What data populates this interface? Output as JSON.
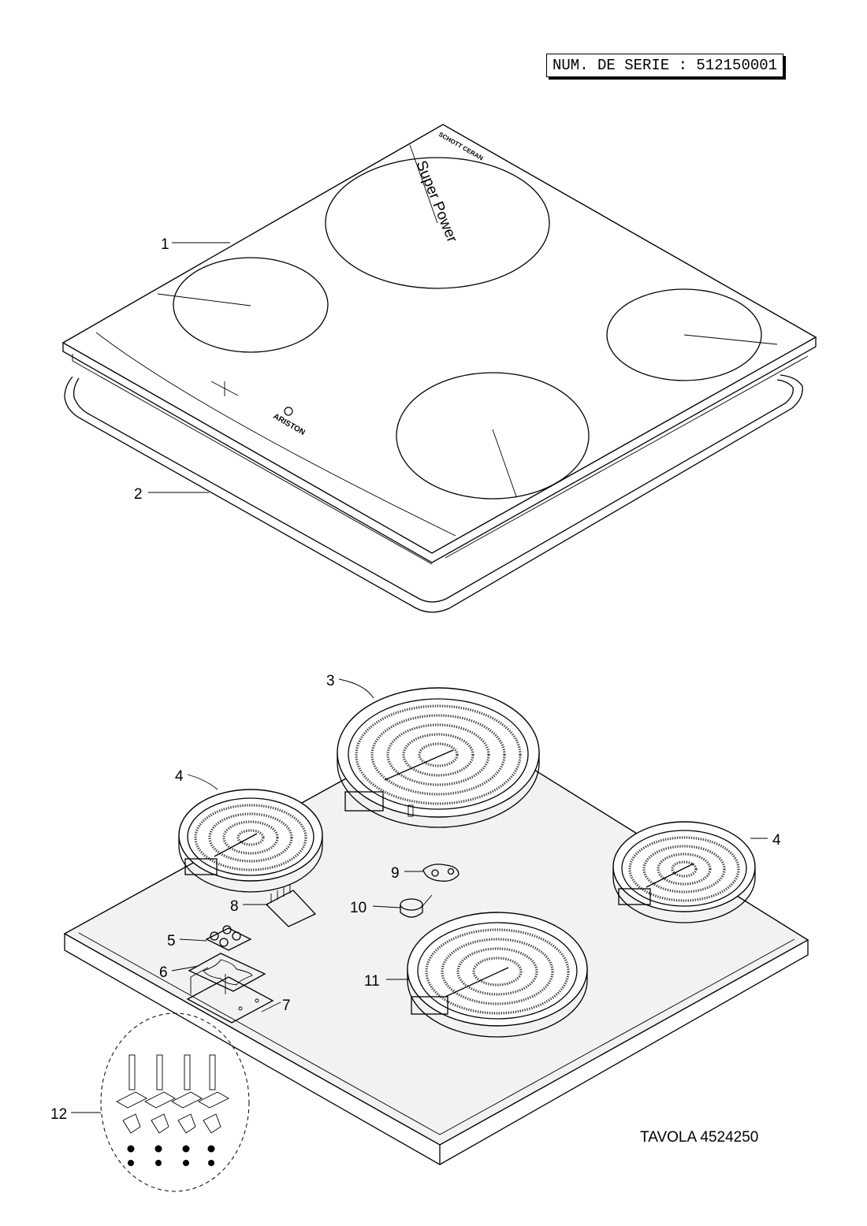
{
  "header": {
    "serial_label": "NUM. DE SERIE : 512150001"
  },
  "footer": {
    "table_label": "TAVOLA 4524250"
  },
  "hob": {
    "brand": "ARISTON",
    "glass_brand": "SCHOTT CERAN",
    "zone_text": "Super Power"
  },
  "callouts": [
    "1",
    "2",
    "3",
    "4",
    "4",
    "5",
    "6",
    "7",
    "8",
    "9",
    "10",
    "11",
    "12"
  ],
  "colors": {
    "line": "#000000",
    "tray_fill": "#f2f2f2",
    "ring_fill": "#ffffff"
  }
}
